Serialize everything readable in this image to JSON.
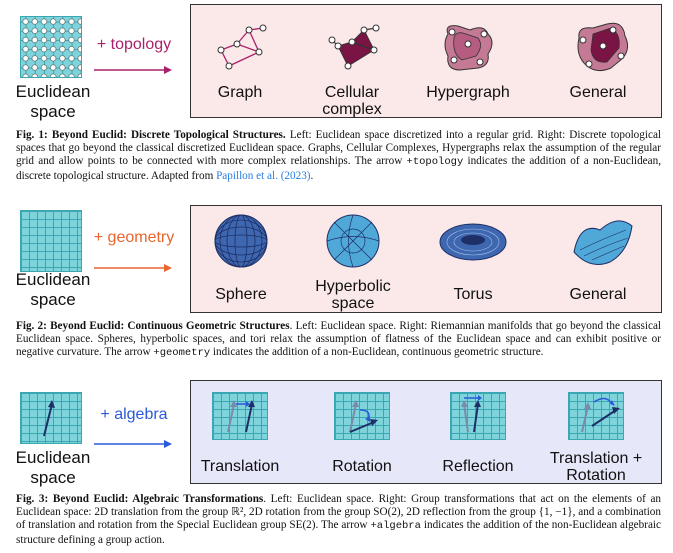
{
  "colors": {
    "topology": "#a8226b",
    "geometry": "#e8652e",
    "algebra": "#2a5ad8",
    "grid": "#7fd4dc",
    "panel_pink": "#fbe9e9",
    "panel_blue": "#e6e8fa"
  },
  "fig1": {
    "left_label_1": "Euclidean",
    "left_label_2": "space",
    "op": "+ topology",
    "items": [
      "Graph",
      "Cellular",
      "complex",
      "Hypergraph",
      "General"
    ],
    "caption": {
      "fig": "Fig. 1:",
      "title": "Beyond Euclid: Discrete Topological Structures.",
      "body1": " Left: Euclidean space discretized into a regular grid. Right: Discrete topological spaces that go beyond the classical discretized Euclidean space. Graphs, Cellular Complexes, Hypergraphs relax the assumption of the regular grid and allow points to be connected with more complex relationships. The arrow ",
      "code": "+topology",
      "body2": " indicates the addition of a non-Euclidean, discrete topological structure. Adapted from ",
      "ref": "Papillon et al. (2023)",
      "body3": "."
    }
  },
  "fig2": {
    "left_label_1": "Euclidean",
    "left_label_2": "space",
    "op": "+ geometry",
    "items": [
      "Sphere",
      "Hyperbolic",
      "space",
      "Torus",
      "General"
    ],
    "caption": {
      "fig": "Fig. 2:",
      "title": "Beyond Euclid: Continuous Geometric Structures",
      "body1": ". Left: Euclidean space. Right: Riemannian manifolds that go beyond the classical Euclidean space. Spheres, hyperbolic spaces, and tori relax the assumption of flatness of the Euclidean space and can exhibit positive or negative curvature. The arrow ",
      "code": "+geometry",
      "body2": " indicates the addition of a non-Euclidean, continuous geometric structure."
    }
  },
  "fig3": {
    "left_label_1": "Euclidean",
    "left_label_2": "space",
    "op": "+ algebra",
    "items": [
      "Translation",
      "Rotation",
      "Reflection",
      "Translation +",
      "Rotation"
    ],
    "caption": {
      "fig": "Fig. 3:",
      "title": "Beyond Euclid: Algebraic Transformations",
      "body1": ". Left: Euclidean space. Right: Group transformations that act on the elements of an Euclidean space: 2D translation from the group ℝ², 2D rotation from the group SO(2), 2D reflection from the group {1, −1}, and a combination of translation and rotation from the Special Euclidean group SE(2). The arrow ",
      "code": "+algebra",
      "body2": " indicates the addition of the non-Euclidean algebraic structure defining a group action."
    }
  }
}
